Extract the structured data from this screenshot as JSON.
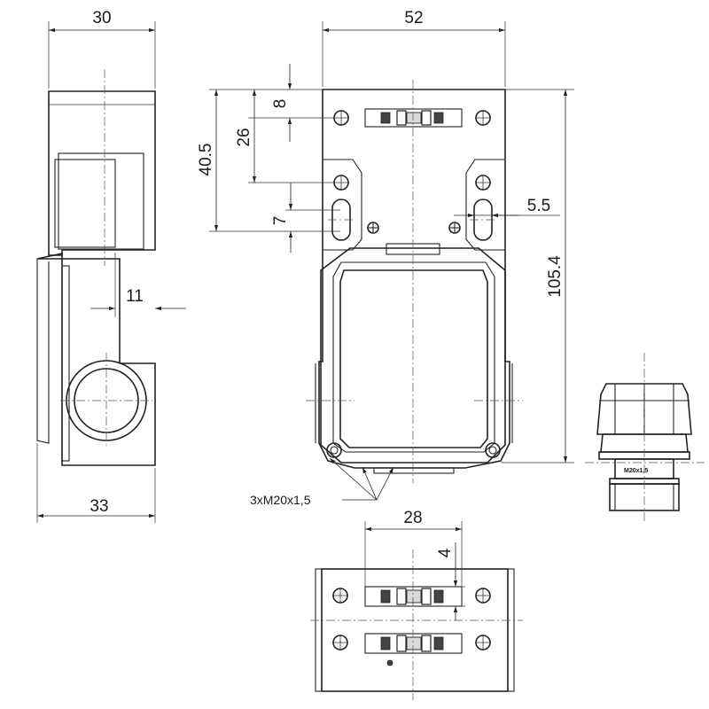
{
  "dimensions": {
    "top_width_side": "30",
    "top_width_front": "52",
    "dim_8": "8",
    "dim_26": "26",
    "dim_40_5": "40.5",
    "dim_7": "7",
    "dim_5_5": "5.5",
    "dim_105_4": "105.4",
    "dim_11": "11",
    "dim_33": "33",
    "dim_28": "28",
    "dim_4": "4"
  },
  "annotations": {
    "thread_callout": "3xM20x1,5",
    "gland_marking": "M20x1,5"
  }
}
